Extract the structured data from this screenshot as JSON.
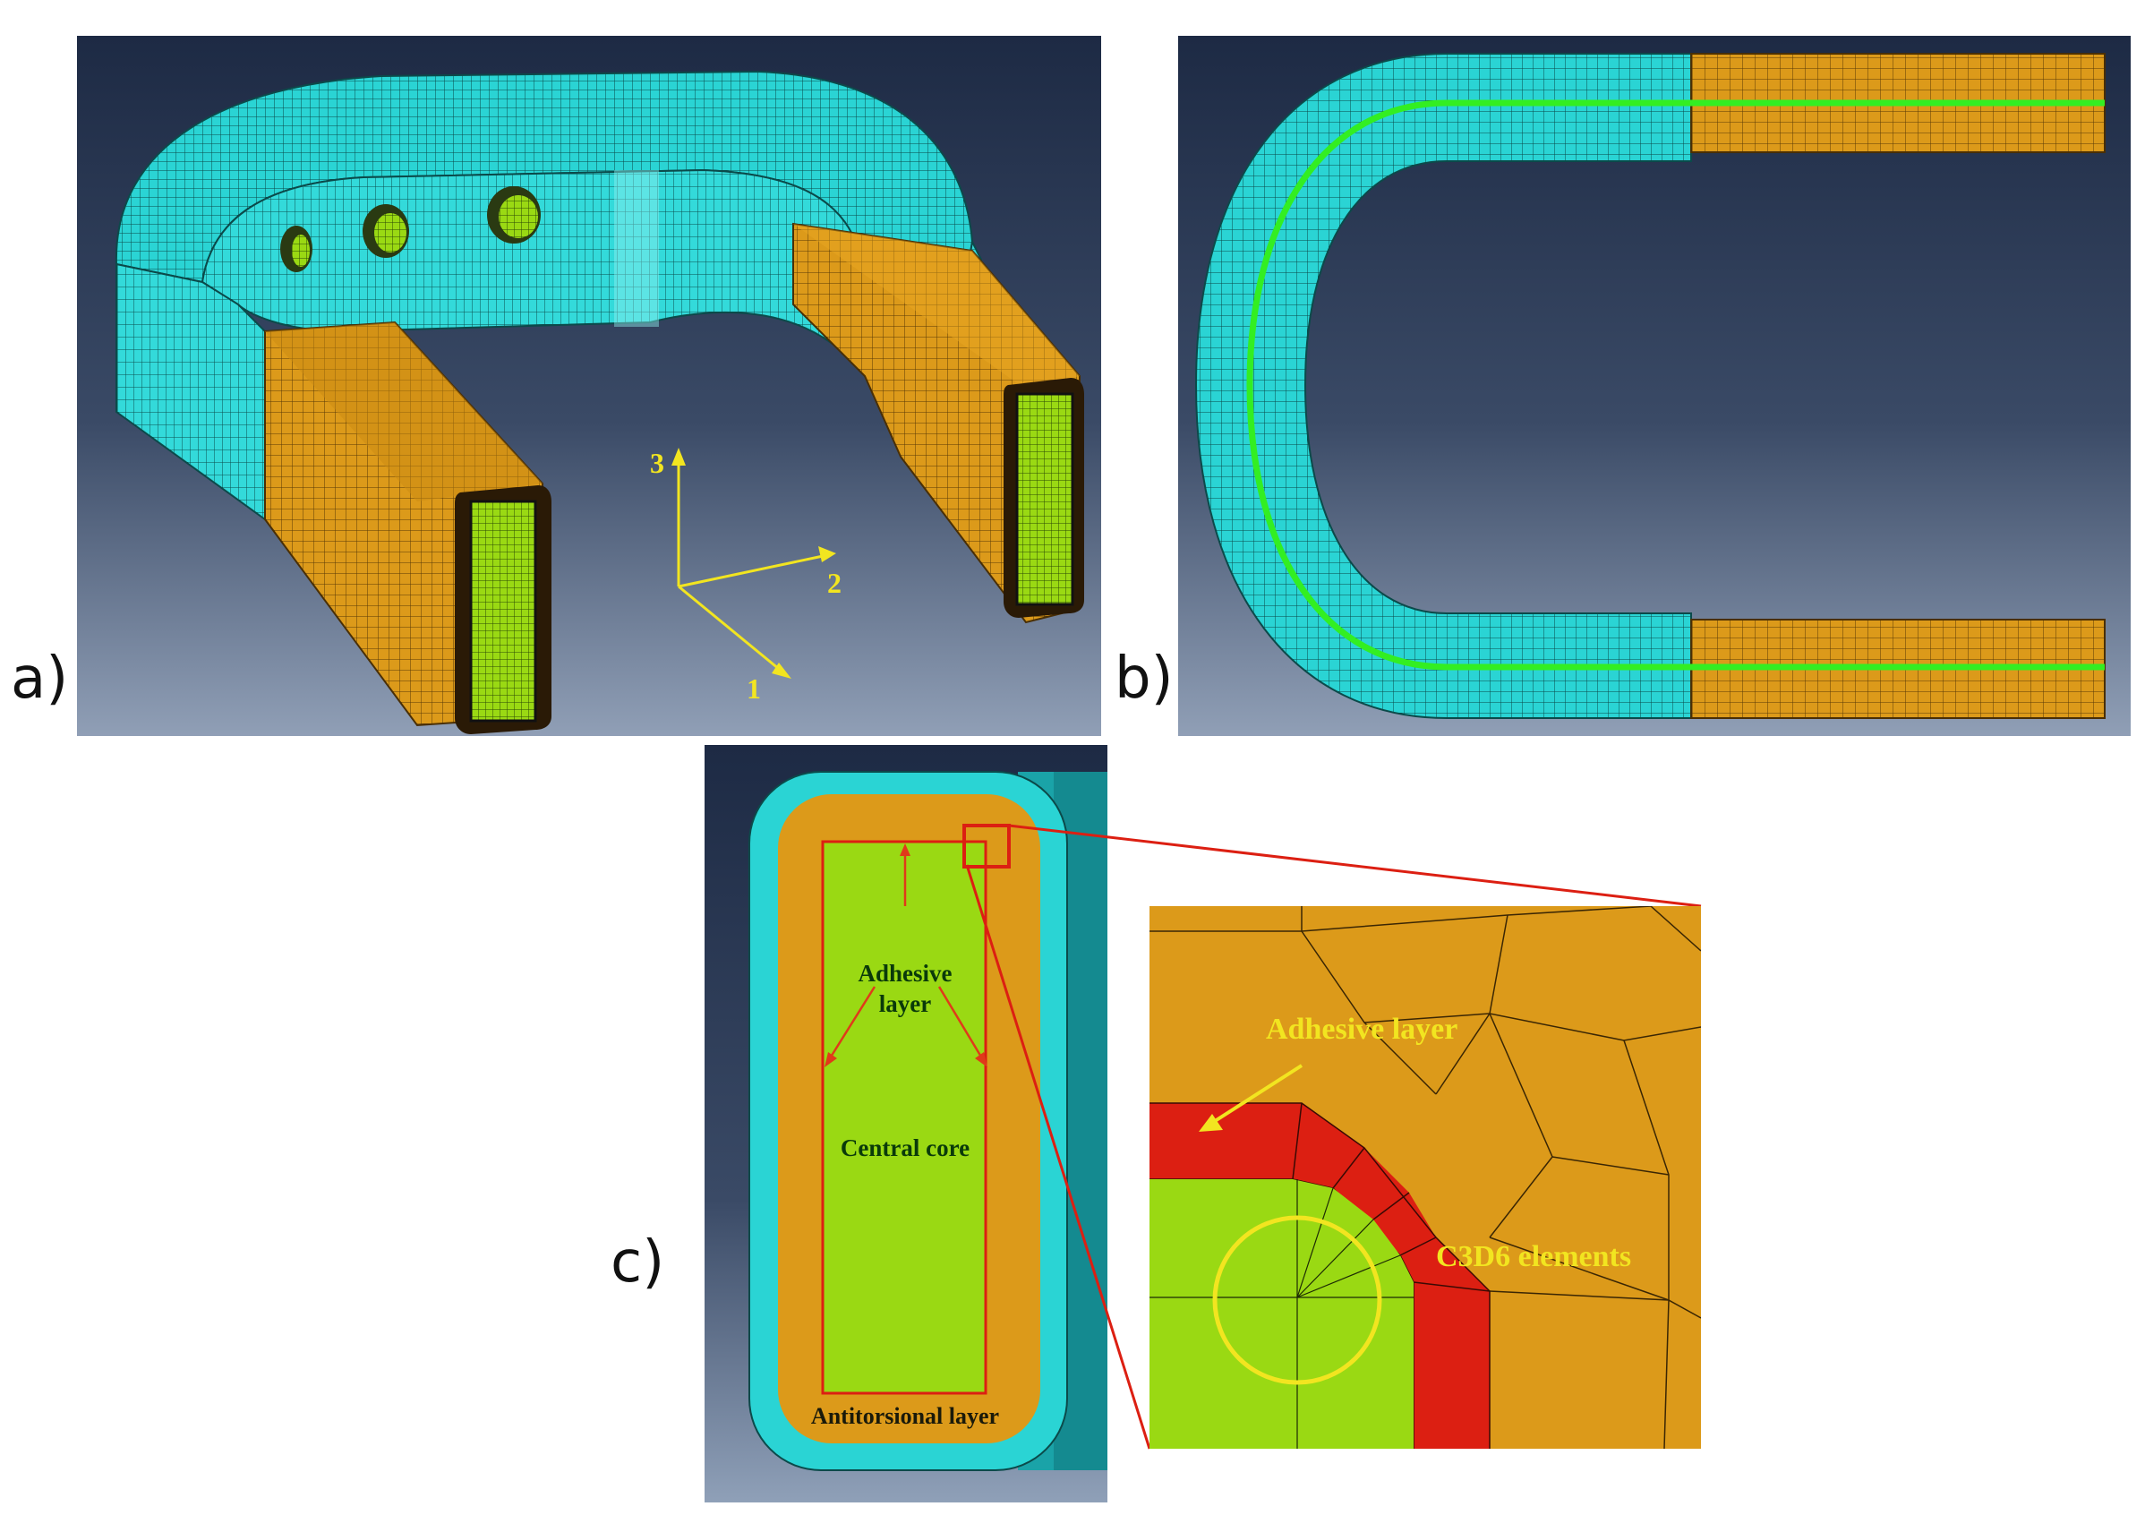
{
  "panels": {
    "a": {
      "label": "a)"
    },
    "b": {
      "label": "b)"
    },
    "c": {
      "label": "c)"
    }
  },
  "axes": {
    "axis_1": "1",
    "axis_2": "2",
    "axis_3": "3"
  },
  "annotations": {
    "adhesive_layer_line1": "Adhesive",
    "adhesive_layer_line2": "layer",
    "central_core": "Central core",
    "antitorsional_layer": "Antitorsional layer",
    "zoom_adhesive_layer": "Adhesive layer",
    "c3d6_elements": "C3D6 elements"
  },
  "colors": {
    "background_top": "#1d2a44",
    "background_bottom": "#8fa0b8",
    "cyan_mesh": "#2ad4d4",
    "orange_layer": "#dc9a1a",
    "green_core": "#9ad913",
    "red_adhesive": "#dc1f12",
    "annotation_yellow": "#f2e520",
    "arrow_red": "#e03a1a",
    "centerline_green": "#33ee22"
  }
}
